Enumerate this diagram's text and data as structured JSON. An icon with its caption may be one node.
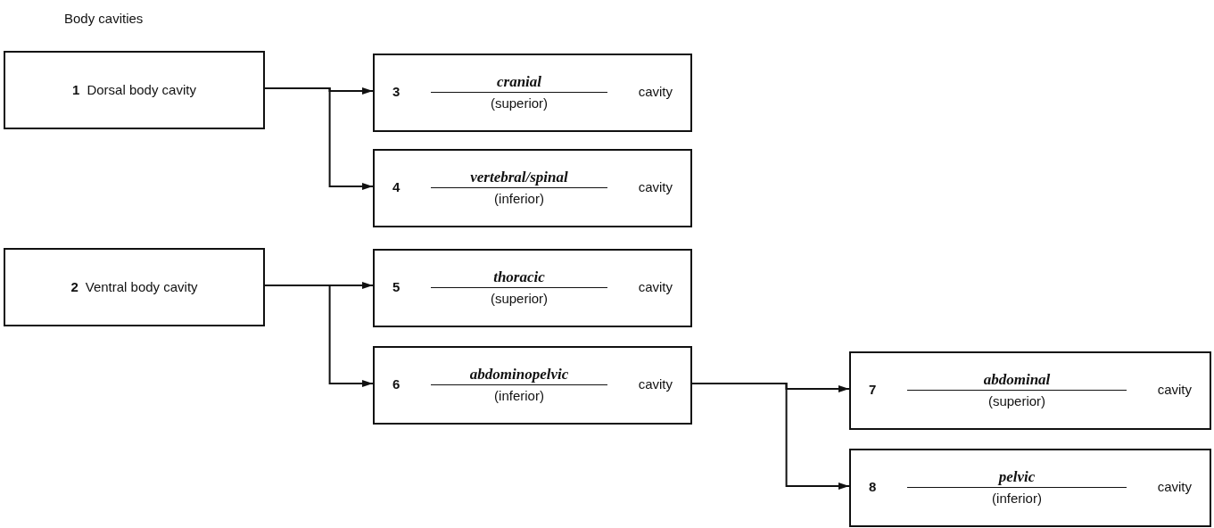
{
  "diagram": {
    "nodes": [
      {
        "text": [
          "1",
          "Dorsal body cavity"
        ]
      },
      {
        "text": [
          "2",
          "Ventral body cavity"
        ]
      },
      {
        "text": [
          "3",
          "cranial",
          "(superior)",
          "cavity"
        ]
      },
      {
        "text": [
          "4",
          "vertebral/spinal",
          "(inferior)",
          "cavity"
        ]
      },
      {
        "text": [
          "5",
          "thoracic",
          "(superior)",
          "cavity"
        ]
      },
      {
        "text": [
          "6",
          "abdominopelvic",
          "(inferior)",
          "cavity"
        ]
      },
      {
        "text": [
          "7",
          "abdominal",
          "(superior)",
          "cavity"
        ]
      },
      {
        "text": [
          "8",
          "pelvic",
          "(inferior)",
          "cavity"
        ]
      }
    ],
    "edges": [
      {
        "from": 0,
        "to": 2,
        "arrow": "to"
      },
      {
        "from": 0,
        "to": 3,
        "arrow": "to"
      },
      {
        "from": 1,
        "to": 4,
        "arrow": "to"
      },
      {
        "from": 1,
        "to": 5,
        "arrow": "to"
      },
      {
        "from": 5,
        "to": 6,
        "arrow": "to"
      },
      {
        "from": 5,
        "to": 7,
        "arrow": "to"
      }
    ],
    "title": "Body cavities"
  }
}
